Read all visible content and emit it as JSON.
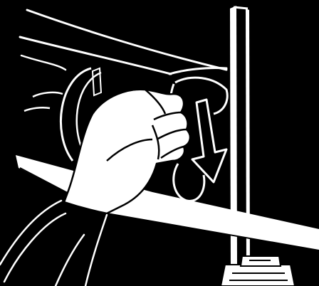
{
  "illustration": {
    "colors": {
      "ink": "#000000",
      "paper": "#ffffff"
    },
    "parts": [
      "washing-machine-front",
      "door-porthole",
      "drain-filter-cover",
      "hand",
      "downward-arrow",
      "kick-plate",
      "adjustable-foot"
    ]
  }
}
